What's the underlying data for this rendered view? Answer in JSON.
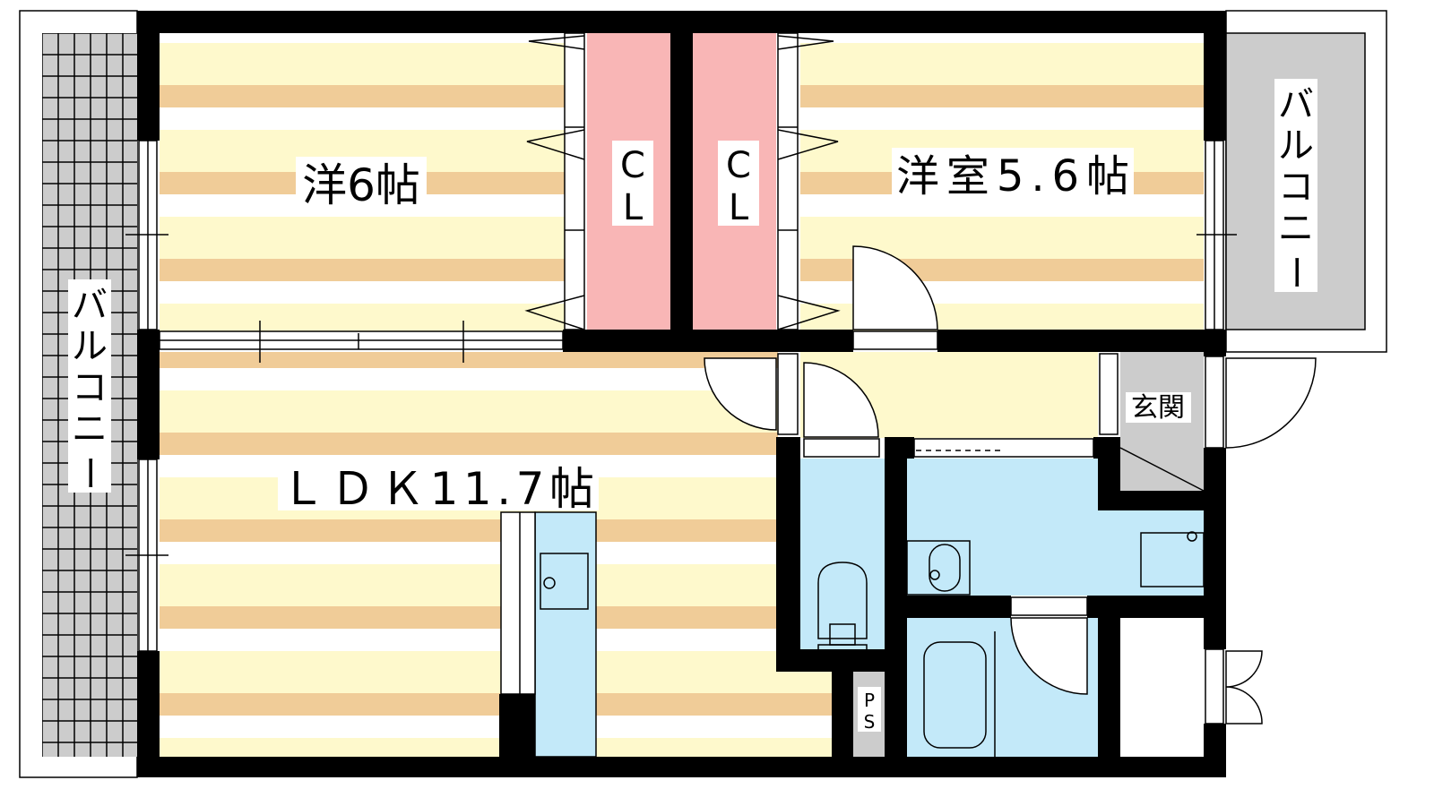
{
  "rooms": {
    "bedroom1": "洋6帖",
    "bedroom2": "洋室5.6帖",
    "ldk": "ＬＤＫ11.7帖",
    "closet_c": "C",
    "closet_l": "L",
    "entrance": "玄関",
    "ps_p": "P",
    "ps_s": "S",
    "balcony_chars": [
      "バ",
      "ル",
      "コ",
      "ニ",
      "ー"
    ]
  },
  "colors": {
    "wall": "#000000",
    "floor_cream": "#fef9cc",
    "floor_tan": "#f0cc98",
    "closet": "#f9b6b6",
    "wet_area": "#c3e9f9",
    "balcony": "#cccccc"
  }
}
